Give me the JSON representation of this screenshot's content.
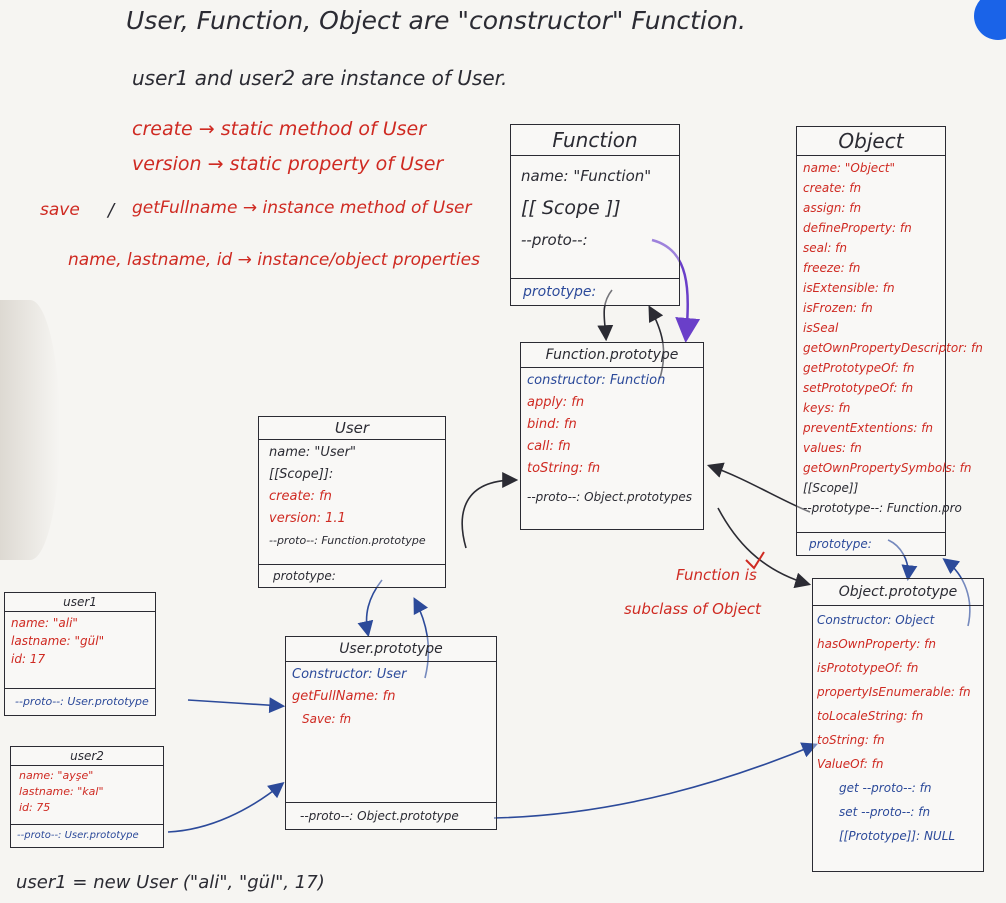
{
  "notes": {
    "title_line": "User, Function, Object are \"constructor\" Function.",
    "instance_line": "user1 and user2 are instance of User.",
    "create_line": "create → static method of User",
    "version_line": "version → static property of User",
    "save_prefix": "save",
    "slash": "/",
    "getfullname_line": "getFullname → instance method of User",
    "props_line": "name, lastname, id → instance/object properties",
    "subclass_line1": "Function is",
    "subclass_line2": "subclass of Object",
    "bottom_code": "user1 = new User (\"ali\", \"gül\", 17)"
  },
  "function_box": {
    "title": "Function",
    "name": "name: \"Function\"",
    "scope": "[[ Scope ]]",
    "proto": "--proto--:",
    "prototype": "prototype:"
  },
  "object_box": {
    "title": "Object",
    "rows": [
      "name: \"Object\"",
      "create: fn",
      "assign: fn",
      "defineProperty: fn",
      "seal: fn",
      "freeze: fn",
      "isExtensible: fn",
      "isFrozen: fn",
      "isSeal",
      "getOwnPropertyDescriptor: fn",
      "getPrototypeOf: fn",
      "setPrototypeOf: fn",
      "keys: fn",
      "preventExtentions: fn",
      "values: fn",
      "getOwnPropertySymbols: fn",
      "[[Scope]]",
      "--prototype--: Function.pro"
    ],
    "prototype": "prototype:"
  },
  "function_prototype_box": {
    "title": "Function.prototype",
    "constructor": "constructor: Function",
    "apply": "apply: fn",
    "bind": "bind: fn",
    "call": "call: fn",
    "tostring": "toString: fn",
    "proto": "--proto--: Object.prototypes"
  },
  "user_box": {
    "title": "User",
    "name": "name: \"User\"",
    "scope": "[[Scope]]:",
    "create": "create: fn",
    "version": "version: 1.1",
    "proto": "--proto--: Function.prototype",
    "prototype": "prototype:"
  },
  "user_prototype_box": {
    "title": "User.prototype",
    "constructor": "Constructor: User",
    "getfullname": "getFullName: fn",
    "save": "Save: fn",
    "proto": "--proto--: Object.prototype"
  },
  "object_prototype_box": {
    "title": "Object.prototype",
    "rows": [
      "Constructor: Object",
      "hasOwnProperty: fn",
      "isPrototypeOf: fn",
      "propertyIsEnumerable: fn",
      "toLocaleString: fn",
      "toString: fn",
      "ValueOf: fn",
      "get --proto--: fn",
      "set --proto--: fn",
      "[[Prototype]]: NULL"
    ]
  },
  "user1_box": {
    "title": "user1",
    "name": "name: \"ali\"",
    "lastname": "lastname: \"gül\"",
    "id": "id: 17",
    "proto": "--proto--: User.prototype"
  },
  "user2_box": {
    "title": "user2",
    "name": "name: \"ayşe\"",
    "lastname": "lastname: \"kal\"",
    "id": "id: 75",
    "proto": "--proto--: User.prototype"
  },
  "colors": {
    "ink": "#2b2b33",
    "red": "#cf2a22",
    "blue": "#2c4a9a",
    "purple": "#6a3fc9"
  }
}
